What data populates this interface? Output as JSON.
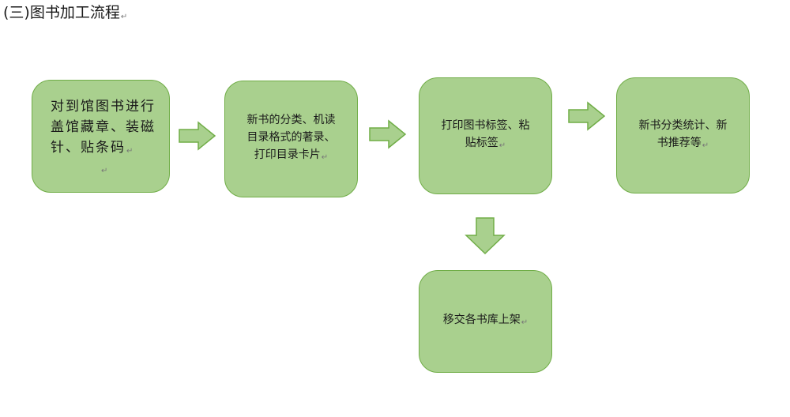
{
  "title": "(三)图书加工流程",
  "paragraph_mark": "↵",
  "steps": [
    {
      "text": "对到馆图书进行\n盖馆藏章、装磁\n针、贴条码"
    },
    {
      "text": "新书的分类、机读\n目录格式的著录、\n打印目录卡片"
    },
    {
      "text": "打印图书标签、粘\n贴标签"
    },
    {
      "text": "新书分类统计、新\n书推荐等"
    },
    {
      "text": "移交各书库上架"
    }
  ],
  "colors": {
    "box_fill": "#a9d08e",
    "box_border": "#70ad47",
    "arrow_fill": "#a9d08e",
    "arrow_border": "#70ad47"
  }
}
